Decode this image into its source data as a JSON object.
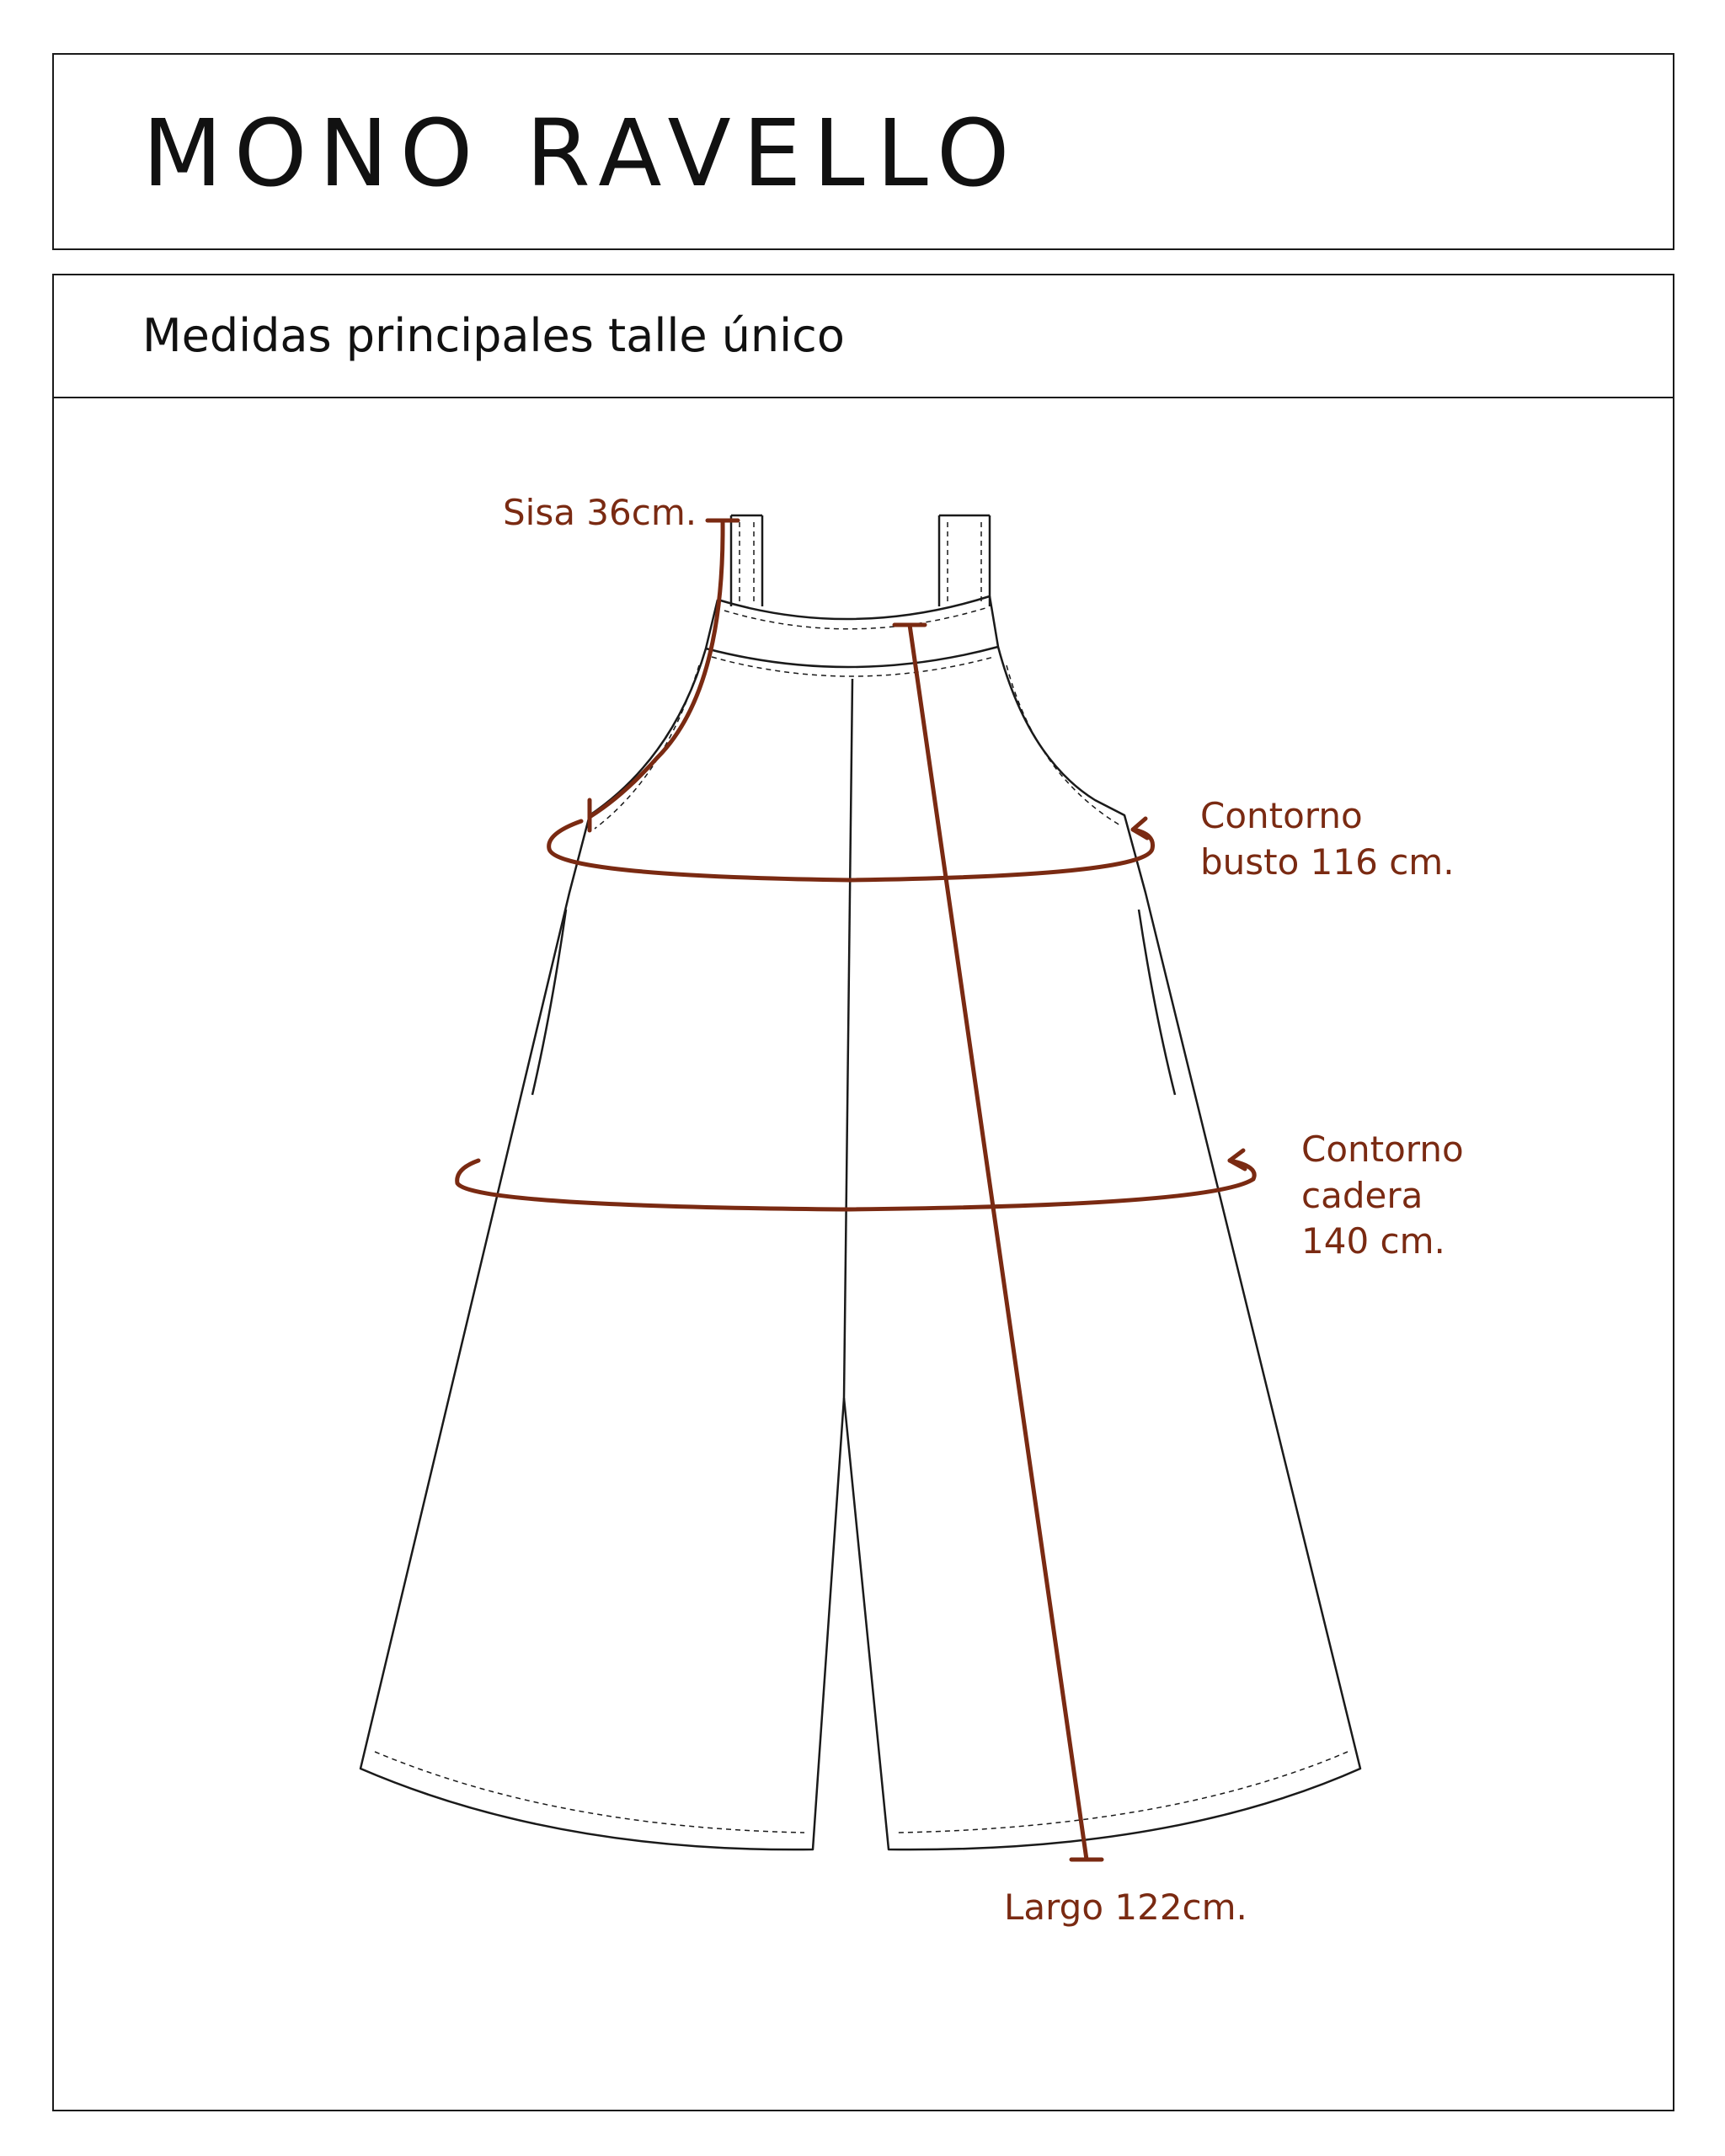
{
  "header": {
    "title": "MONO RAVELLO"
  },
  "section": {
    "subtitle": "Medidas principales talle único"
  },
  "measurements": {
    "sisa": "Sisa 36cm.",
    "busto": [
      "Contorno",
      "busto 116 cm."
    ],
    "cadera": [
      "Contorno",
      "cadera",
      "140 cm."
    ],
    "largo": "Largo 122cm."
  },
  "colors": {
    "outline": "#1a1a1a",
    "measure": "#7a2a12"
  }
}
